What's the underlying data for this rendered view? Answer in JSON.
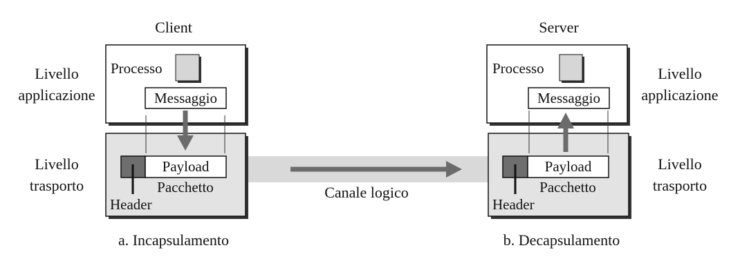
{
  "left": {
    "title": "Client",
    "app_level_line1": "Livello",
    "app_level_line2": "applicazione",
    "transport_level_line1": "Livello",
    "transport_level_line2": "trasporto",
    "process_label": "Processo",
    "message_label": "Messaggio",
    "payload_label": "Payload",
    "packet_label": "Pacchetto",
    "header_label": "Header",
    "caption": "a. Incapsulamento"
  },
  "right": {
    "title": "Server",
    "app_level_line1": "Livello",
    "app_level_line2": "applicazione",
    "transport_level_line1": "Livello",
    "transport_level_line2": "trasporto",
    "process_label": "Processo",
    "message_label": "Messaggio",
    "payload_label": "Payload",
    "packet_label": "Pacchetto",
    "header_label": "Header",
    "caption": "b. Decapsulamento"
  },
  "channel_label": "Canale logico",
  "colors": {
    "transport_fill": "#e3e3e3",
    "channel_band": "#d9d9d9",
    "arrow": "#6b6b6b",
    "header_fill": "#6e6e6e",
    "process_icon": "#d6d6d6",
    "shadow": "#333333",
    "box_border": "#111111"
  }
}
